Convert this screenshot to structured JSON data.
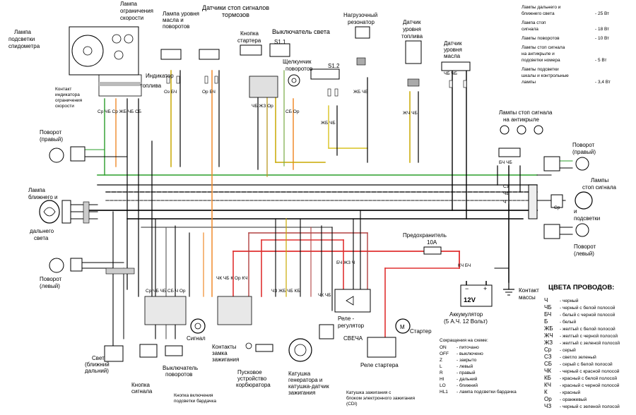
{
  "labels": {
    "speedo_lamp": [
      "Лампа",
      "подсветки",
      "спидометра"
    ],
    "speed_limit_lamp": [
      "Лампа",
      "ограничения",
      "скорости"
    ],
    "oil_lamp": [
      "Лампа уровня",
      "масла и",
      "поворотов"
    ],
    "brake_sensors": [
      "Датчики стоп сигналов",
      "тормозов"
    ],
    "starter_button": [
      "Кнопка",
      "стартера"
    ],
    "light_switch": "Выключатель света",
    "load_resonator": [
      "Нагрузочный",
      "резонатор"
    ],
    "fuel_level_sensor": [
      "Датчик",
      "уровня",
      "топлива"
    ],
    "oil_level_sensor": [
      "Датчик",
      "уровня",
      "масла"
    ],
    "fuel_indicator": [
      "Индикатор",
      "топлива"
    ],
    "turn_clicker": [
      "Щелкунчик",
      "поворотов"
    ],
    "speed_limit_contact": [
      "Контакт",
      "индикатора",
      "ограничения",
      "скорости"
    ],
    "turn_right_front": [
      "Поворот",
      "(правый)"
    ],
    "low_beam_lamp": [
      "Лампа",
      "ближнего и"
    ],
    "high_beam": [
      "дальнего",
      "света"
    ],
    "turn_left_front": [
      "Поворот",
      "(левый)"
    ],
    "brake_lamps_arm": [
      "Лампы стоп сигнала",
      "на антикрыле"
    ],
    "turn_right_rear": [
      "Поворот",
      "(правый)"
    ],
    "rear_lamps": [
      "Лампы",
      "стоп сигнала"
    ],
    "plate_light": [
      "и",
      "подсветки"
    ],
    "turn_left_rear": [
      "Поворот",
      "(левый)"
    ],
    "fuse": [
      "Предохранитель",
      "10А"
    ],
    "battery": [
      "Аккумулятор",
      "(5 А.Ч. 12 Вольт)"
    ],
    "battery_voltage": "12V",
    "ground": [
      "Контакт",
      "массы"
    ],
    "regulator": [
      "Реле -",
      "регулятор"
    ],
    "starter_relay": "Реле стартера",
    "starter": "Стартер",
    "spark_plug": "СВЕЧА",
    "ignition_coil": [
      "Катушка зажигания с",
      "блоком электронного зажигания",
      "(CDI)"
    ],
    "generator": [
      "Катушка",
      "генератора и",
      "катушка-датчик",
      "зажигания"
    ],
    "carb_start": [
      "Пусковое",
      "устройство",
      "корбюратора"
    ],
    "ignition_contacts": [
      "Контакты",
      "замка",
      "зажигания"
    ],
    "horn": "Сигнал",
    "turn_switch": [
      "Выключатель",
      "поворотов"
    ],
    "horn_button": [
      "Кнопка",
      "сигнала"
    ],
    "light_switch_left": [
      "Свет",
      "(ближний",
      "дальний)"
    ],
    "tank_light_button": [
      "Кнопка включения",
      "подсветки бардачка"
    ],
    "s11": "S1.1",
    "s12": "S1.2"
  },
  "wire_codes": {
    "top_left_bundle": "Ср ЧБ Ср ЖБ ЧБ СБ",
    "brake_left": "Оз БЧ",
    "brake_right": "Ор БЧ",
    "starter_btn": "ЧБ ЖЗ Ор",
    "clicker": "СБ Ор",
    "s12": "ЖБ ЧБ",
    "resonator": "ЖБ ЧБ",
    "fuel": "ЖЧ ЧБ",
    "oil": "ЧБ ЧБ",
    "bottom_left": "Ср ЧБ ЧБ СБ Ч Ор",
    "ignition": "ЧК ЧБ К Ор КЧ",
    "carb": "ЧЗ ЖБ ЧБ КБ",
    "coil": "ЧК ЧБ",
    "regulator": "БЧ ЖЗ Ч",
    "right_bundle": [
      "Сз",
      "ЧБ",
      "Ч",
      "Ср"
    ],
    "right_bundle_top": "БЧ ЧБ",
    "fuse_out": "КЧ БЧ"
  },
  "lamp_power": {
    "title": "",
    "rows": [
      {
        "name": [
          "Лампы дальнего и",
          "ближнего света"
        ],
        "value": "- 25 Вт"
      },
      {
        "name": [
          "Лампа стоп",
          "сигнала"
        ],
        "value": "- 18 Вт"
      },
      {
        "name": [
          "Лампы поворотов"
        ],
        "value": "- 10 Вт"
      },
      {
        "name": [
          "Лампы стоп сигнала",
          "на антикрыле и",
          "подсветки номера"
        ],
        "value": "- 5 Вт"
      },
      {
        "name": [
          "Лампы подсветки",
          "шкалы и контрольные",
          "лампы"
        ],
        "value": "- 3,4 Вт"
      }
    ]
  },
  "abbreviations": {
    "title": "Сокращения на схеме:",
    "rows": [
      [
        "ON",
        "- питочано"
      ],
      [
        "OFF",
        "- выключено"
      ],
      [
        "Z",
        "- закрыто"
      ],
      [
        "L",
        "- левый"
      ],
      [
        "R",
        "- правый"
      ],
      [
        "HI",
        "- дальний"
      ],
      [
        "LO",
        "- ближний"
      ],
      [
        "HL1",
        "- лампа подсветки бардачка"
      ]
    ]
  },
  "wire_colors": {
    "title": "ЦВЕТА ПРОВОДОВ:",
    "rows": [
      [
        "Ч",
        "- черный"
      ],
      [
        "ЧБ",
        "- черный с белой полосой"
      ],
      [
        "БЧ",
        "- белый с черной полосой"
      ],
      [
        "Б",
        "- белый"
      ],
      [
        "ЖБ",
        "- желтый с белой полосой"
      ],
      [
        "ЖЧ",
        "- желтый с черной полосой"
      ],
      [
        "ЖЗ",
        "- желтый с зеленой полосой"
      ],
      [
        "Ср",
        "- серый"
      ],
      [
        "СЗ",
        "- светло зеленый"
      ],
      [
        "СБ",
        "- серый с белой полосой"
      ],
      [
        "ЧК",
        "- черный с красной полосой"
      ],
      [
        "КБ",
        "- красный с белой полосой"
      ],
      [
        "КЧ",
        "- красный с черной полосой"
      ],
      [
        "К",
        "- красный"
      ],
      [
        "Ор",
        "- оранжевый"
      ],
      [
        "ЧЗ",
        "- черный с зеленой полосой"
      ]
    ]
  }
}
